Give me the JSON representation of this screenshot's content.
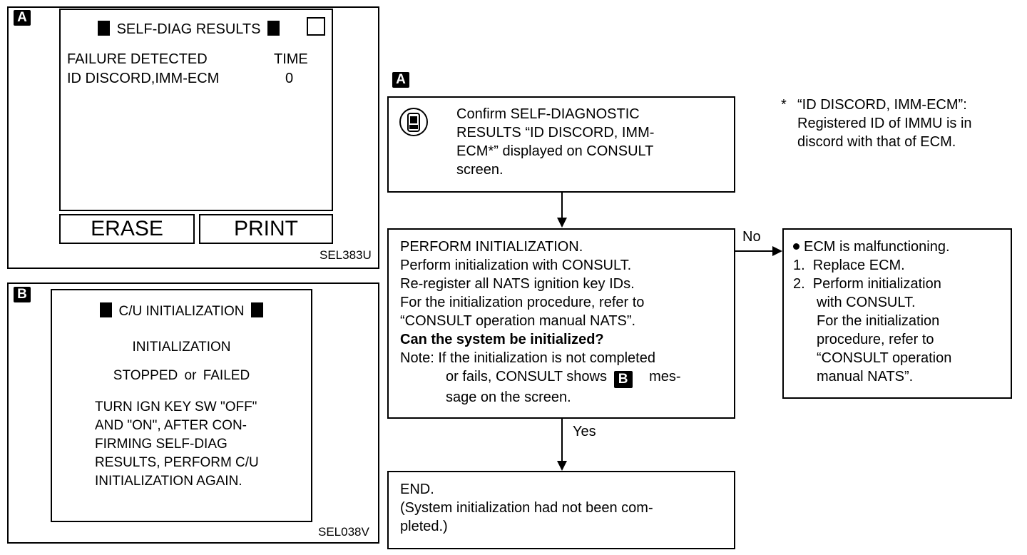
{
  "panelA": {
    "tag": "A",
    "title": "SELF-DIAG RESULTS",
    "col_failure": "FAILURE DETECTED",
    "col_time": "TIME",
    "row_failure": "ID DISCORD,IMM-ECM",
    "row_time": "0",
    "erase_label": "ERASE",
    "print_label": "PRINT",
    "code": "SEL383U"
  },
  "panelB": {
    "tag": "B",
    "title": "C/U INITIALIZATION",
    "line1": "INITIALIZATION",
    "line2": "STOPPED or FAILED",
    "msg": [
      "TURN IGN KEY SW \"OFF\"",
      "AND \"ON\", AFTER CON-",
      "FIRMING SELF-DIAG",
      "RESULTS, PERFORM C/U",
      "INITIALIZATION AGAIN."
    ],
    "code": "SEL038V"
  },
  "flow": {
    "tag": "A",
    "step1": [
      "Confirm SELF-DIAGNOSTIC",
      "RESULTS “ID DISCORD, IMM-",
      "ECM*” displayed on CONSULT",
      "screen."
    ],
    "step2": {
      "lines": [
        "PERFORM INITIALIZATION.",
        "Perform initialization with CONSULT.",
        "Re-register all NATS ignition key IDs.",
        "For the initialization procedure, refer to",
        "“CONSULT operation manual NATS”."
      ],
      "question": "Can the system be initialized?",
      "note_line1": "Note: If the initialization is not completed",
      "note_line2_pre": "or fails, CONSULT shows",
      "note_tag": "B",
      "note_line2_post": "mes-",
      "note_line3": "sage on the screen."
    },
    "no_label": "No",
    "yes_label": "Yes",
    "no_box": {
      "bullet": "ECM is malfunctioning.",
      "item1": "1.  Replace ECM.",
      "item2": [
        "2.  Perform initialization",
        "with CONSULT.",
        "For the initialization",
        "procedure, refer to",
        "“CONSULT operation",
        "manual NATS”."
      ]
    },
    "end_box": [
      "END.",
      "(System initialization had not been com-",
      "pleted.)"
    ],
    "footnote": {
      "star": "*",
      "lines": [
        "“ID DISCORD, IMM-ECM”:",
        "Registered ID of IMMU is in",
        "discord with that of ECM."
      ]
    }
  }
}
